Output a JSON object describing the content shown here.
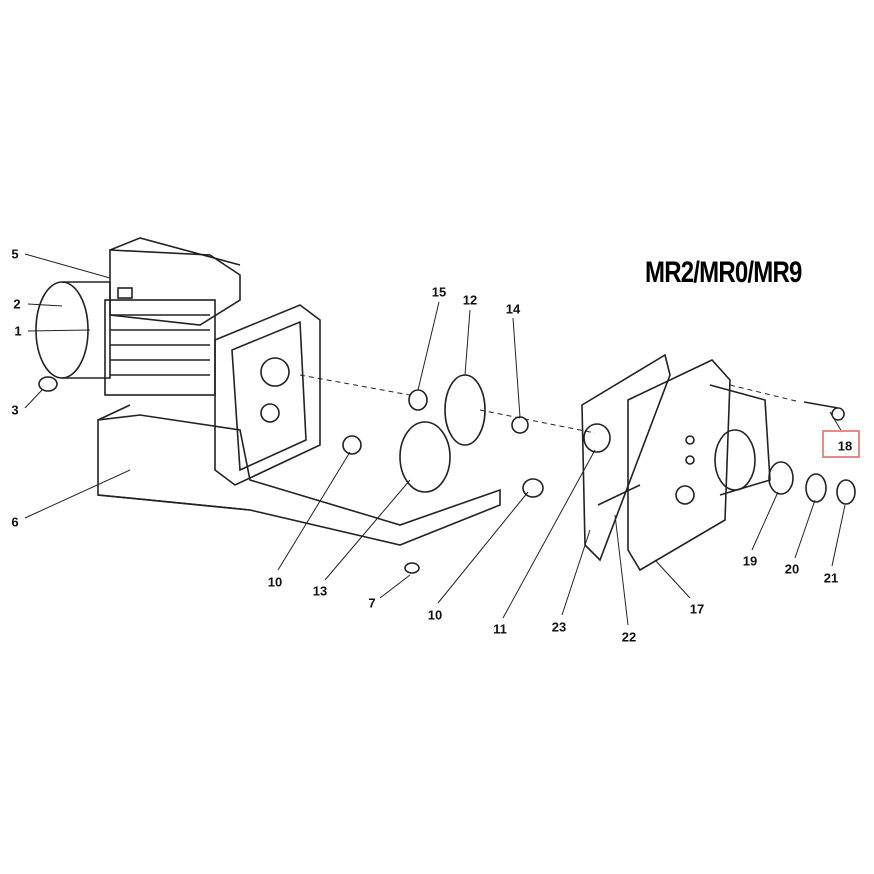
{
  "title": "MR2/MR0/MR9",
  "highlighted_part": "18",
  "highlight_color": "#e88a8a",
  "part_labels": [
    "5",
    "2",
    "1",
    "3",
    "6",
    "15",
    "12",
    "14",
    "10",
    "13",
    "7",
    "10",
    "11",
    "23",
    "22",
    "17",
    "19",
    "20",
    "21",
    "18"
  ]
}
